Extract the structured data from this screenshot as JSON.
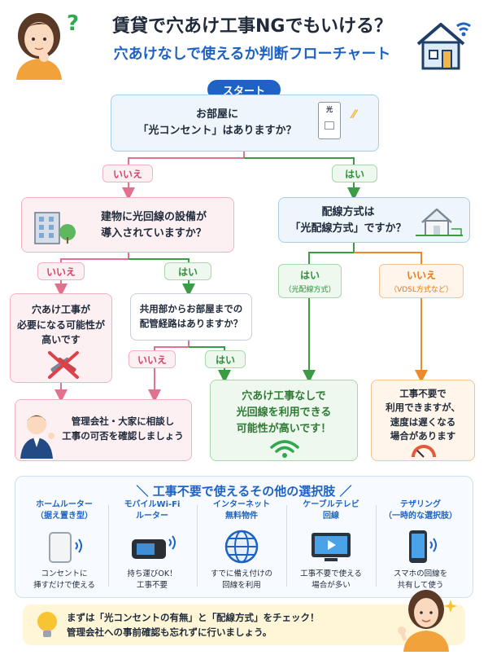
{
  "header": {
    "title": "賃貸で穴あけ工事NGでもいける？",
    "subtitle": "穴あけなしで使えるか判断フローチャート"
  },
  "flow": {
    "start_label": "スタート",
    "q1_line1": "お部屋に",
    "q1_line2": "「光コンセント」はありますか？",
    "outlet_label": "光",
    "q1_no": "いいえ",
    "q1_yes": "はい",
    "q2_line1": "建物に光回線の設備が",
    "q2_line2": "導入されていますか？",
    "q3_line1": "配線方式は",
    "q3_line2": "「光配線方式」ですか？",
    "q2_no": "いいえ",
    "q2_yes": "はい",
    "q3_yes": "はい",
    "q3_yes_sub": "（光配線方式）",
    "q3_no": "いいえ",
    "q3_no_sub": "（VDSL方式など）",
    "r_drill_1": "穴あけ工事が",
    "r_drill_2": "必要になる可能性が",
    "r_drill_3": "高いです",
    "q4_line1": "共用部からお部屋までの",
    "q4_line2": "配管経路はありますか？",
    "q4_no": "いいえ",
    "q4_yes": "はい",
    "r_ok_1": "穴あけ工事なしで",
    "r_ok_2": "光回線を利用できる",
    "r_ok_3": "可能性が高いです！",
    "r_vdsl_1": "工事不要で",
    "r_vdsl_2": "利用できますが、",
    "r_vdsl_3": "速度は遅くなる",
    "r_vdsl_4": "場合があります",
    "r_consult_1": "管理会社・大家に相談し",
    "r_consult_2": "工事の可否を確認しましょう"
  },
  "options": {
    "title": "＼ 工事不要で使えるその他の選択肢 ／",
    "items": [
      {
        "h1": "ホームルーター",
        "h2": "（据え置き型）",
        "d1": "コンセントに",
        "d2": "挿すだけで使える",
        "icon": "home-router-icon"
      },
      {
        "h1": "モバイルWi-Fi",
        "h2": "ルーター",
        "d1": "持ち運びOK！",
        "d2": "工事不要",
        "icon": "mobile-wifi-icon"
      },
      {
        "h1": "インターネット",
        "h2": "無料物件",
        "d1": "すでに備え付けの",
        "d2": "回線を利用",
        "icon": "globe-icon"
      },
      {
        "h1": "ケーブルテレビ",
        "h2": "回線",
        "d1": "工事不要で使える",
        "d2": "場合が多い",
        "icon": "tv-icon"
      },
      {
        "h1": "テザリング",
        "h2": "（一時的な選択肢）",
        "d1": "スマホの回線を",
        "d2": "共有して使う",
        "icon": "smartphone-icon"
      }
    ]
  },
  "tip": {
    "line1": "まずは「光コンセントの有無」と「配線方式」をチェック！",
    "line2": "管理会社への事前確認も忘れずに行いましょう。"
  },
  "colors": {
    "accent_blue": "#1e63c4",
    "no_pink": "#d8436a",
    "yes_green": "#2f8f3a",
    "vdsl_orange": "#e0791c"
  }
}
